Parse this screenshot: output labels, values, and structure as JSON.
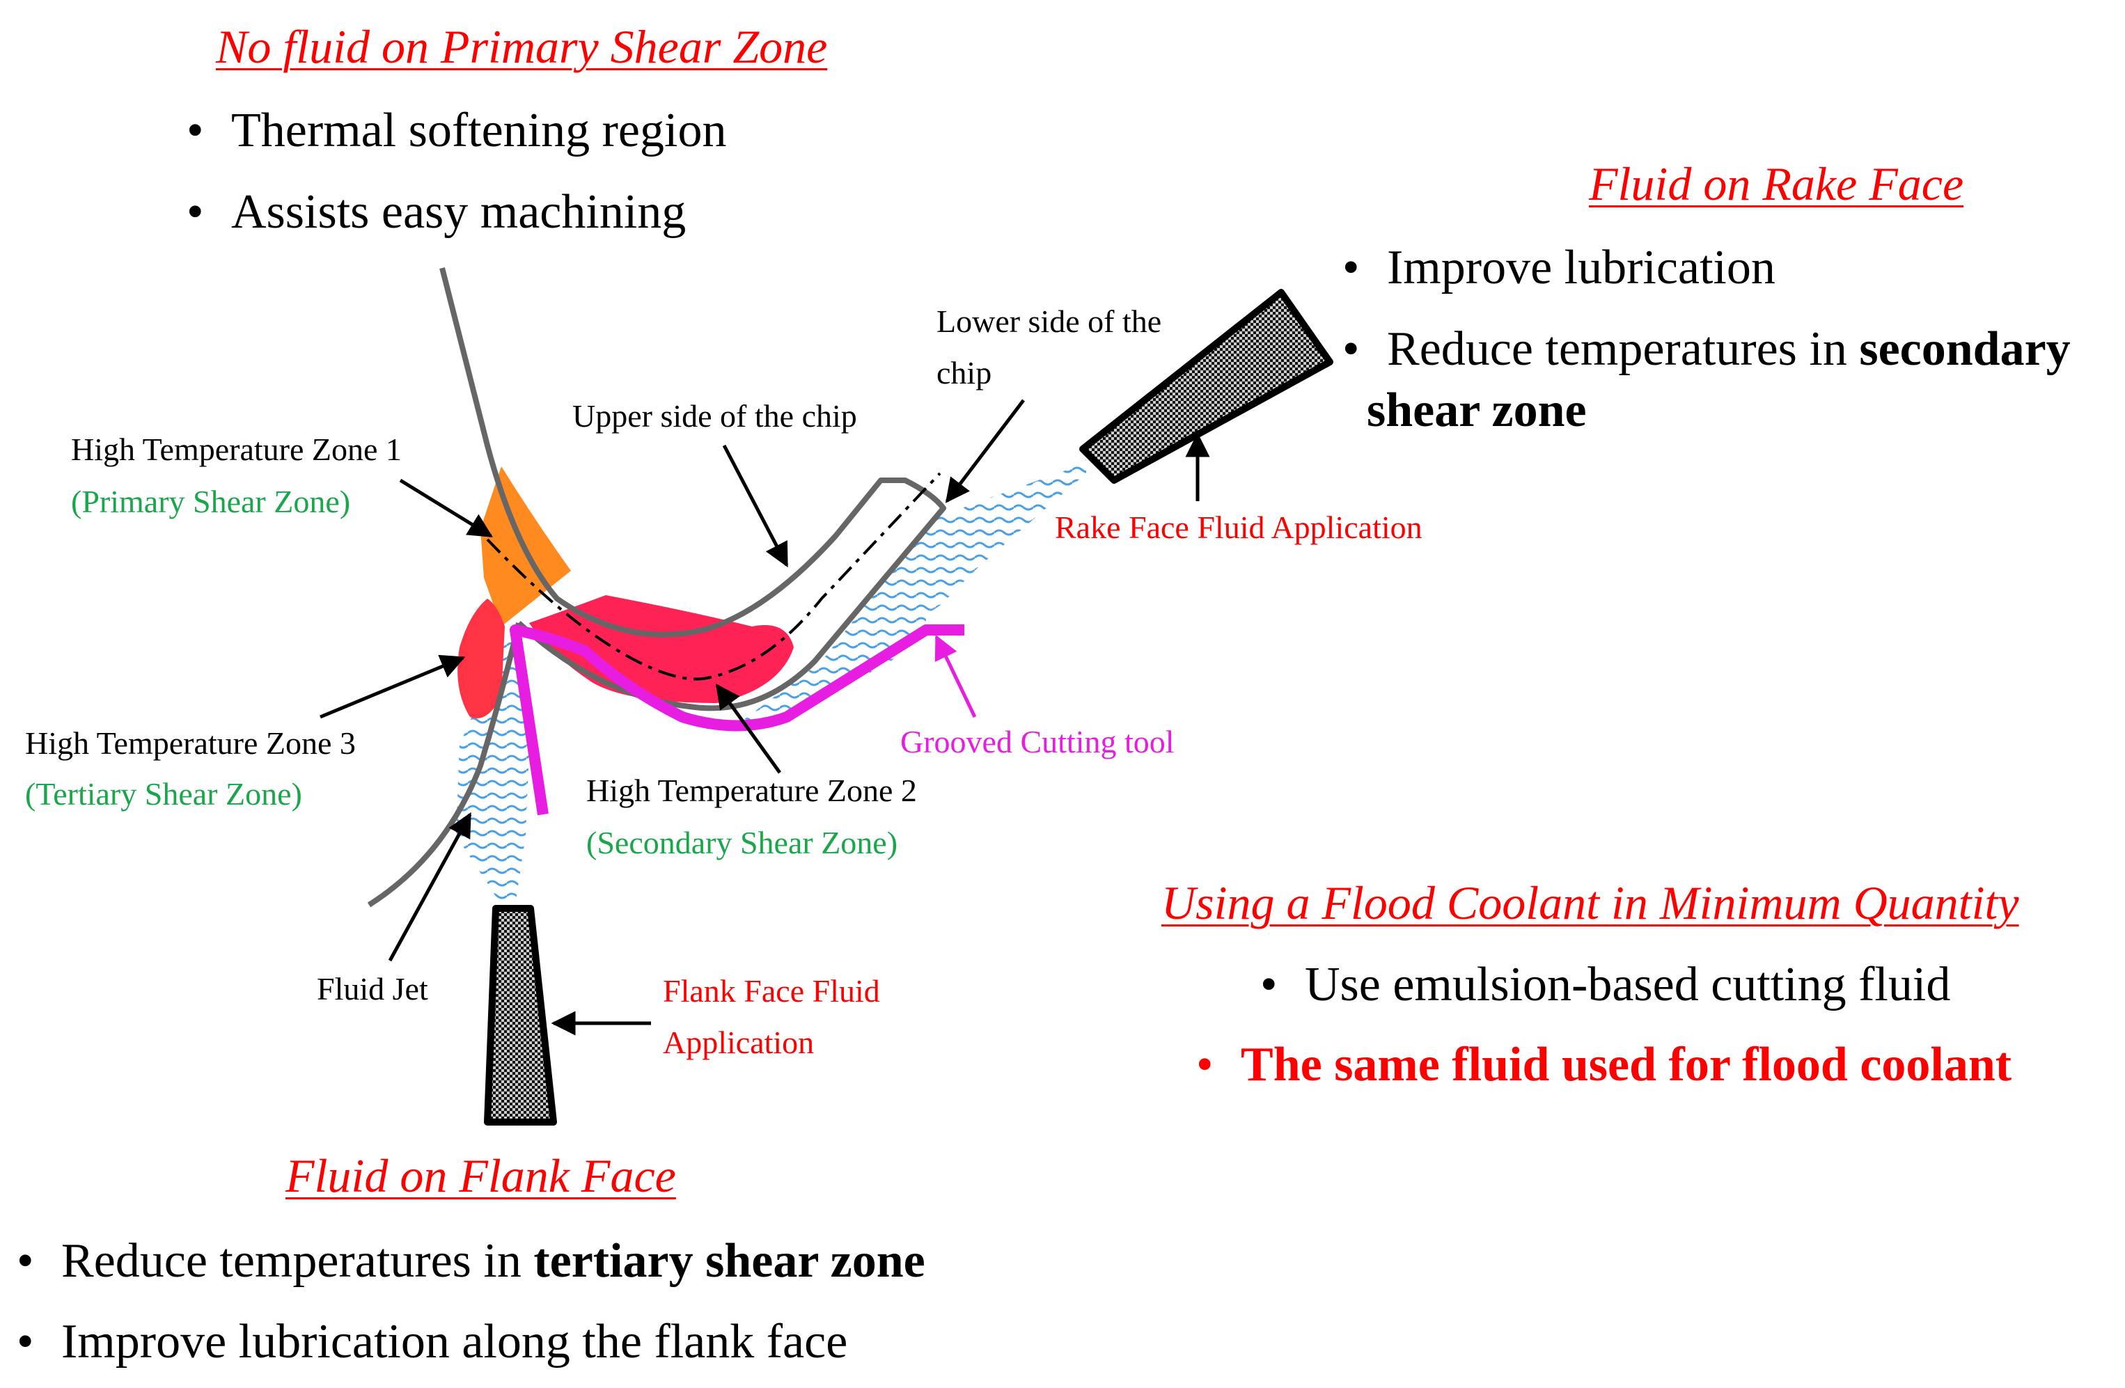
{
  "colors": {
    "heading": "#ff0000",
    "sub_zone": "#1aa64a",
    "tool_outline": "#666666",
    "grooved_tool": "#e81de2",
    "zone1": "#ff8a1f",
    "zone2": "#ff2255",
    "zone3": "#ff3344",
    "fluid_spray": "#4aa0e6"
  },
  "sections": {
    "primary": {
      "heading": "No fluid on Primary Shear Zone",
      "bullets": [
        "Thermal softening region",
        "Assists easy machining"
      ]
    },
    "rake": {
      "heading": "Fluid on Rake Face",
      "bullet1": "Improve lubrication",
      "bullet2_pre": "Reduce temperatures in ",
      "bullet2_bold_a": "secondary",
      "bullet2_bold_b": "shear zone"
    },
    "mqc": {
      "heading": "Using a Flood Coolant in Minimum Quantity",
      "bullet1": "Use emulsion-based cutting fluid",
      "bullet2": "The same fluid used for flood coolant"
    },
    "flank": {
      "heading": "Fluid on Flank Face",
      "bullet1_pre": "Reduce temperatures in ",
      "bullet1_bold": "tertiary shear zone",
      "bullet2": "Improve lubrication along the flank face"
    }
  },
  "labels": {
    "zone1": "High Temperature Zone 1",
    "zone1_sub": "(Primary Shear Zone)",
    "zone2": "High Temperature Zone 2",
    "zone2_sub": "(Secondary Shear Zone)",
    "zone3": "High Temperature Zone 3",
    "zone3_sub": "(Tertiary Shear Zone)",
    "upper_chip": "Upper side of the chip",
    "lower_chip_1": "Lower side of the",
    "lower_chip_2": "chip",
    "rake_app": "Rake Face Fluid Application",
    "grooved_tool": "Grooved Cutting tool",
    "fluid_jet": "Fluid Jet",
    "flank_app_1": "Flank Face Fluid",
    "flank_app_2": "Application"
  }
}
